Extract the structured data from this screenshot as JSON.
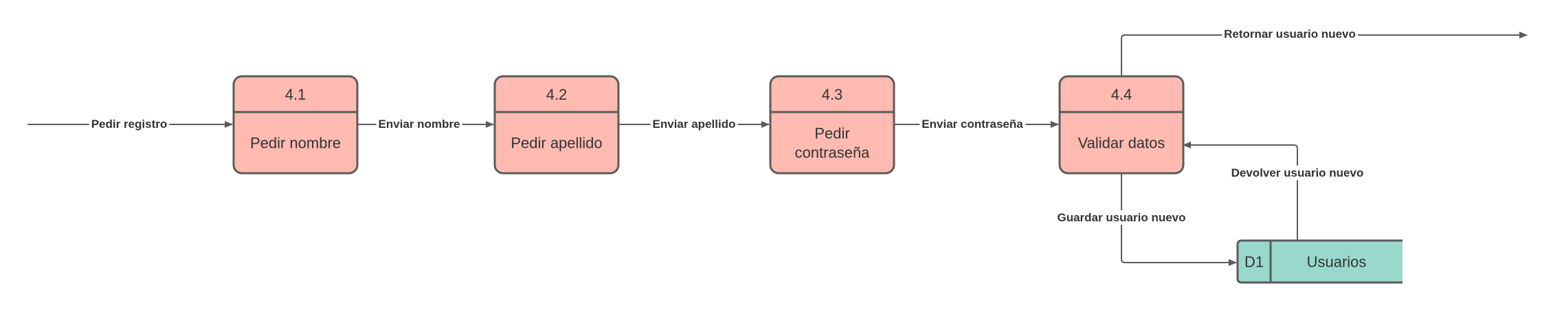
{
  "processes": [
    {
      "id": "4.1",
      "label_lines": [
        "Pedir nombre"
      ]
    },
    {
      "id": "4.2",
      "label_lines": [
        "Pedir apellido"
      ]
    },
    {
      "id": "4.3",
      "label_lines": [
        "Pedir",
        "contraseña"
      ]
    },
    {
      "id": "4.4",
      "label_lines": [
        "Validar datos"
      ]
    }
  ],
  "data_store": {
    "id": "D1",
    "name": "Usuarios"
  },
  "flows": [
    {
      "label": "Pedir registro"
    },
    {
      "label": "Enviar nombre"
    },
    {
      "label": "Enviar apellido"
    },
    {
      "label": "Enviar contraseña"
    },
    {
      "label": "Retornar usuario nuevo"
    },
    {
      "label": "Guardar usuario nuevo"
    },
    {
      "label": "Devolver usuario nuevo"
    }
  ],
  "colors": {
    "process_fill": "#ffbbb1",
    "store_fill": "#99d9cb",
    "stroke": "#5b5b5b",
    "text": "#333333"
  }
}
